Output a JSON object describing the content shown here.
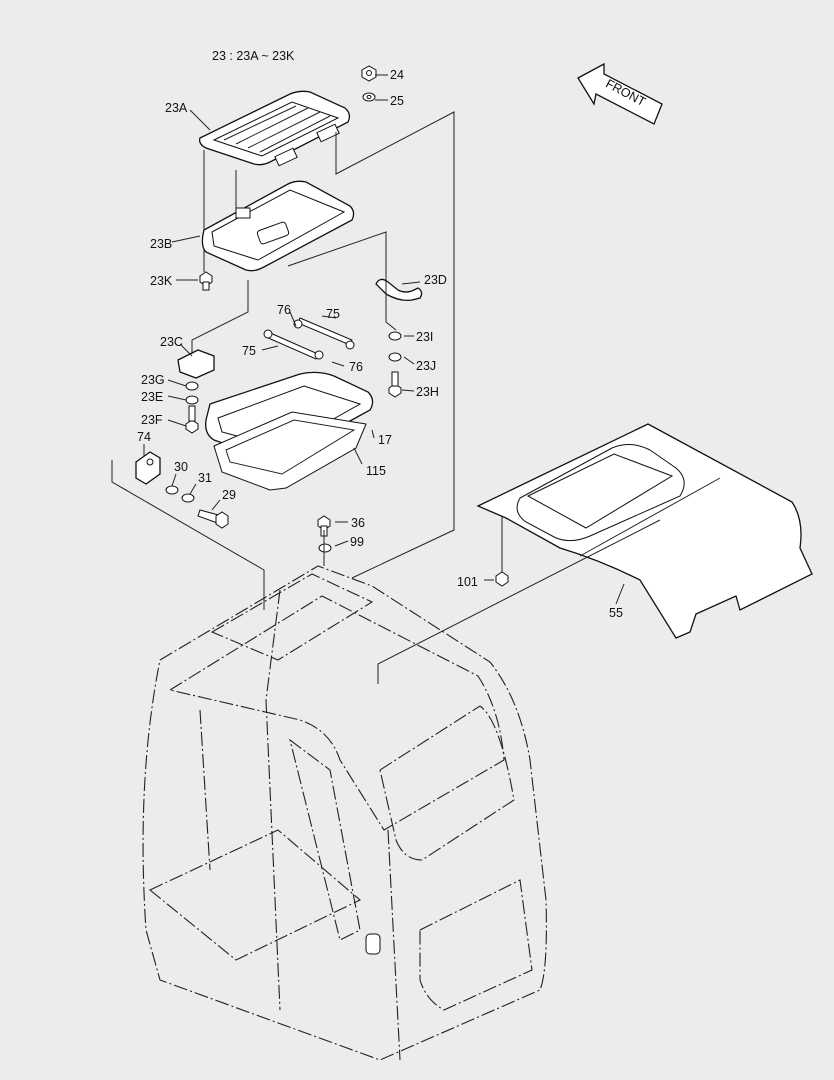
{
  "title": "23 : 23A ~ 23K",
  "front_arrow": {
    "text": "FRONT"
  },
  "labels": {
    "p24": "24",
    "p25": "25",
    "p23A": "23A",
    "p23B": "23B",
    "p23K": "23K",
    "p23D": "23D",
    "p76a": "76",
    "p75a": "75",
    "p75b": "75",
    "p76b": "76",
    "p23C": "23C",
    "p23I": "23I",
    "p23J": "23J",
    "p23G": "23G",
    "p23E": "23E",
    "p23H": "23H",
    "p23F": "23F",
    "p17": "17",
    "p74": "74",
    "p30": "30",
    "p31": "31",
    "p29": "29",
    "p115": "115",
    "p36": "36",
    "p99": "99",
    "p101": "101",
    "p55": "55"
  }
}
